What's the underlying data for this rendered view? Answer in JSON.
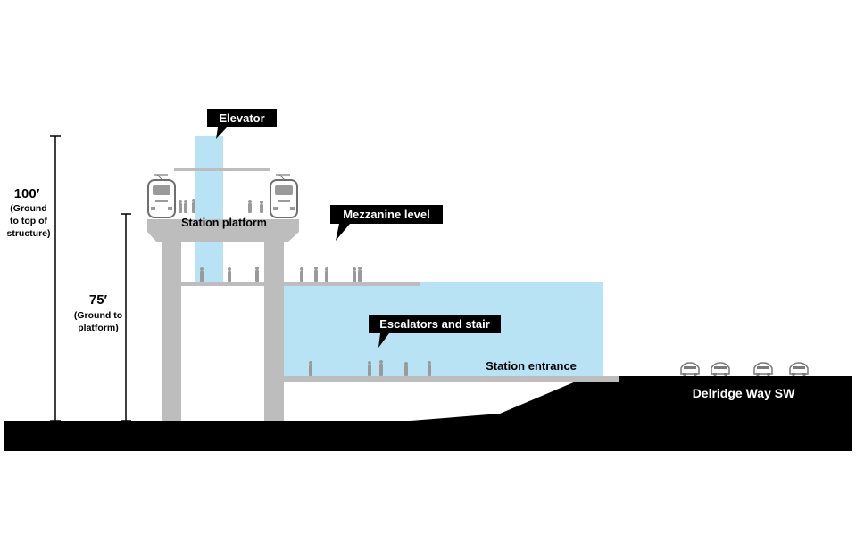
{
  "labels": {
    "elevator": "Elevator",
    "station_platform": "Station platform",
    "mezzanine_level": "Mezzanine level",
    "escalators_and_stair": "Escalators and stair",
    "station_entrance": "Station entrance",
    "street": "Delridge Way SW"
  },
  "dimensions": {
    "total_height": {
      "value": "100′",
      "note_lines": [
        "(Ground",
        "to top of",
        "structure)"
      ]
    },
    "platform_height": {
      "value": "75′",
      "note_lines": [
        "(Ground to",
        "platform)"
      ]
    }
  },
  "colors": {
    "structure": "#bdbdbd",
    "glass": "#b8e3f5",
    "ground": "#000000",
    "callout_bg": "#000000",
    "callout_text": "#ffffff",
    "people": "#9a9a9a"
  }
}
